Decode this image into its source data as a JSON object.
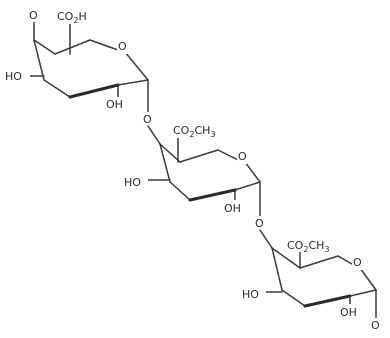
{
  "ring1": {
    "top_o": "O",
    "substituent": "CO",
    "substituent_sub": "2",
    "substituent_tail": "H",
    "ring_o": "O",
    "ho_left": "HO",
    "oh_bottom": "OH"
  },
  "link1": {
    "o": "O"
  },
  "ring2": {
    "substituent": "CO",
    "substituent_sub": "2",
    "substituent_tail": "CH",
    "substituent_tail_sub": "3",
    "ring_o": "O",
    "ho_left": "HO",
    "oh_bottom": "OH"
  },
  "link2": {
    "o": "O"
  },
  "ring3": {
    "substituent": "CO",
    "substituent_sub": "2",
    "substituent_tail": "CH",
    "substituent_tail_sub": "3",
    "ring_o": "O",
    "ho_left": "HO",
    "oh_bottom": "OH",
    "end_o": "O"
  }
}
